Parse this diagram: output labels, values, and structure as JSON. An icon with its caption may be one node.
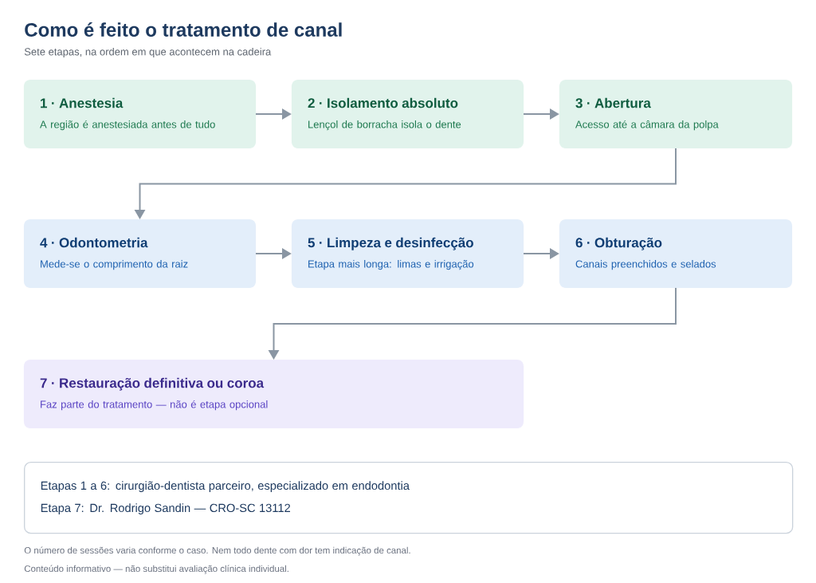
{
  "diagram": {
    "title": "Como é feito o tratamento de canal",
    "nodes": [
      {
        "text": [
          "1 · Anestesia",
          "A região é anestesiada antes de tudo"
        ]
      },
      {
        "text": [
          "2 · Isolamento absoluto",
          "Lençol de borracha isola o dente"
        ]
      },
      {
        "text": [
          "3 · Abertura",
          "Acesso até a câmara da polpa"
        ]
      },
      {
        "text": [
          "4 · Odontometria",
          "Mede-se o comprimento da raiz"
        ]
      },
      {
        "text": [
          "5 · Limpeza e desinfecção",
          "Etapa mais longa: limas e irrigação"
        ]
      },
      {
        "text": [
          "6 · Obturação",
          "Canais preenchidos e selados"
        ]
      },
      {
        "text": [
          "7 · Restauração definitiva ou coroa",
          "Faz parte do tratamento — não é etapa opcional"
        ]
      },
      {
        "text": [
          "Etapas 1 a 6: cirurgião-dentista parceiro, especializado em endodontia",
          "Etapa 7: Dr. Rodrigo Sandin — CRO-SC 13112"
        ]
      }
    ],
    "edges": [
      {
        "from": 0,
        "to": 1,
        "arrow": "to"
      },
      {
        "from": 1,
        "to": 2,
        "arrow": "to"
      },
      {
        "from": 2,
        "to": 3,
        "arrow": "to"
      },
      {
        "from": 3,
        "to": 4,
        "arrow": "to"
      },
      {
        "from": 4,
        "to": 5,
        "arrow": "to"
      },
      {
        "from": 5,
        "to": 6,
        "arrow": "to"
      }
    ],
    "labels": [
      "Sete etapas, na ordem em que acontecem na cadeira",
      "O número de sessões varia conforme o caso. Nem todo dente com dor tem indicação de canal.",
      "Conteúdo informativo — não substitui avaliação clínica individual."
    ]
  }
}
